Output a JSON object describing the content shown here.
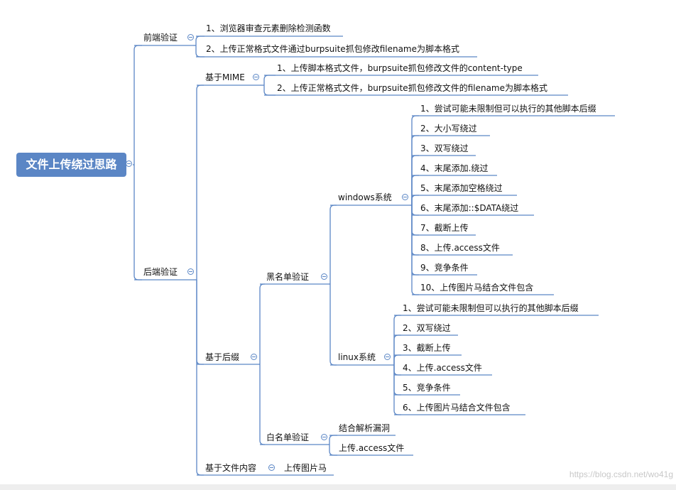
{
  "root": "文件上传绕过思路",
  "frontend": {
    "label": "前端验证",
    "items": [
      "1、浏览器审查元素删除检测函数",
      "2、上传正常格式文件通过burpsuite抓包修改filename为脚本格式"
    ]
  },
  "backend": {
    "label": "后端验证",
    "mime": {
      "label": "基于MIME",
      "items": [
        "1、上传脚本格式文件，burpsuite抓包修改文件的content-type",
        "2、上传正常格式文件，burpsuite抓包修改文件的filename为脚本格式"
      ]
    },
    "suffix": {
      "label": "基于后缀",
      "blacklist": {
        "label": "黑名单验证",
        "windows": {
          "label": "windows系统",
          "items": [
            "1、尝试可能未限制但可以执行的其他脚本后缀",
            "2、大小写绕过",
            "3、双写绕过",
            "4、末尾添加.绕过",
            "5、末尾添加空格绕过",
            "6、末尾添加::$DATA绕过",
            "7、截断上传",
            "8、上传.access文件",
            "9、竞争条件",
            "10、上传图片马结合文件包含"
          ]
        },
        "linux": {
          "label": "linux系统",
          "items": [
            "1、尝试可能未限制但可以执行的其他脚本后缀",
            "2、双写绕过",
            "3、截断上传",
            "4、上传.access文件",
            "5、竞争条件",
            "6、上传图片马结合文件包含"
          ]
        }
      },
      "whitelist": {
        "label": "白名单验证",
        "items": [
          "结合解析漏洞",
          "上传.access文件"
        ]
      }
    },
    "content": {
      "label": "基于文件内容",
      "items": [
        "上传图片马"
      ]
    }
  },
  "watermark": "https://blog.csdn.net/wo41g",
  "colors": {
    "root_fill": "#5b86c5",
    "branch_line": "#5b86c5",
    "text": "#111111"
  }
}
